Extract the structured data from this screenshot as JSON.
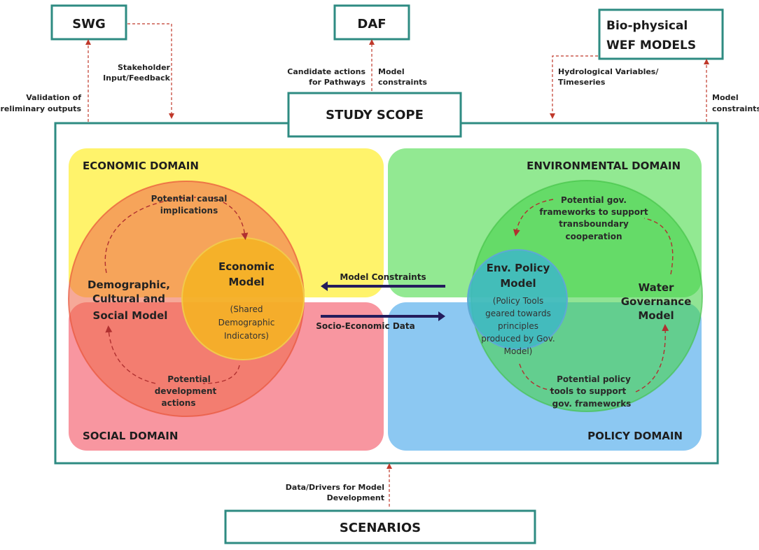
{
  "boxes": {
    "swg": "SWG",
    "daf": "DAF",
    "biophysical_line1": "Bio-physical",
    "biophysical_line2": "WEF MODELS",
    "study_scope": "STUDY SCOPE",
    "scenarios": "SCENARIOS"
  },
  "flows": {
    "validation_line1": "Validation of",
    "validation_line2": "preliminary outputs",
    "stakeholder_line1": "Stakeholder",
    "stakeholder_line2": "Input/Feedback",
    "candidate_line1": "Candidate actions",
    "candidate_line2": "for Pathways",
    "model_constraints_daf_line1": "Model",
    "model_constraints_daf_line2": "constraints",
    "hydro_line1": "Hydrological Variables/",
    "hydro_line2": "Timeseries",
    "model_constraints_bio_line1": "Model",
    "model_constraints_bio_line2": "constraints",
    "data_drivers_line1": "Data/Drivers for Model",
    "data_drivers_line2": "Development",
    "center_model_constraints": "Model Constraints",
    "center_socio_economic": "Socio-Economic Data"
  },
  "domains": {
    "economic": "ECONOMIC DOMAIN",
    "environmental": "ENVIRONMENTAL DOMAIN",
    "social": "SOCIAL DOMAIN",
    "policy": "POLICY  DOMAIN"
  },
  "models": {
    "demographic": [
      "Demographic,",
      "Cultural and",
      "Social Model"
    ],
    "economic": [
      "Economic",
      "Model"
    ],
    "economic_sub": [
      "(Shared",
      "Demographic",
      "Indicators)"
    ],
    "env_policy": [
      "Env. Policy",
      "Model"
    ],
    "env_policy_sub": [
      "(Policy Tools",
      "geared towards",
      "principles",
      "produced by Gov.",
      "Model)"
    ],
    "water_governance": [
      "Water",
      "Governance",
      "Model"
    ]
  },
  "loops": {
    "causal": [
      "Potential causal",
      "implications"
    ],
    "development": [
      "Potential",
      "development",
      "actions"
    ],
    "gov_frameworks": [
      "Potential gov.",
      "frameworks to support",
      "transboundary",
      "cooperation"
    ],
    "policy_tools": [
      "Potential  policy",
      "tools to support",
      "gov. frameworks"
    ]
  },
  "colors": {
    "frame": "#2e8b82",
    "economic_domain": "#fff36b",
    "environmental_domain": "#7fe57f",
    "social_domain": "#f7848f",
    "policy_domain": "#8cc8f2",
    "demographic_circle": "#f06a4e",
    "economic_circle": "#f5b324",
    "governance_circle": "#48d24c",
    "env_policy_circle": "#3fb8c4",
    "arrow_dark": "#241c5c",
    "dashed_red": "#c0392b"
  }
}
